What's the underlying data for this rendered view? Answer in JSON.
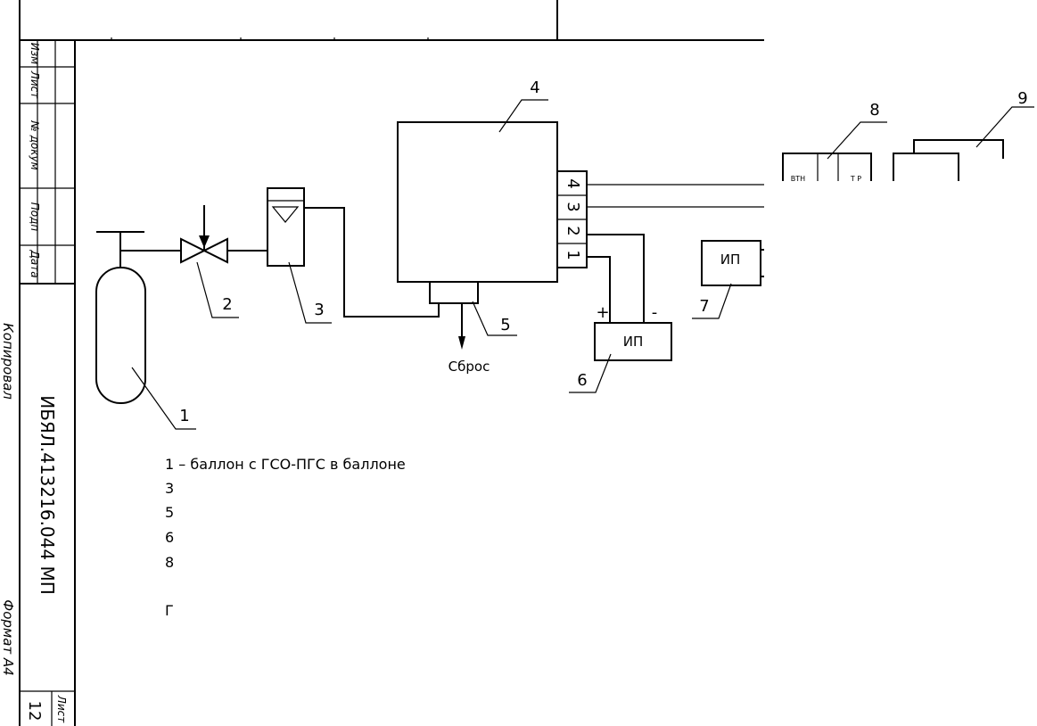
{
  "stamp": {
    "fields": [
      "Изм",
      "Лист",
      "№ докум",
      "Подп",
      "Дата"
    ],
    "document_code": "ИБЯЛ.413216.044 МП",
    "sheet_label": "Лист",
    "sheet_number": "12",
    "copied_label": "Копировал",
    "format_label": "Формат А4"
  },
  "diagram": {
    "callouts": [
      "1",
      "2",
      "3",
      "4",
      "5",
      "6",
      "7",
      "8",
      "9"
    ],
    "terminals": [
      "4",
      "3",
      "2",
      "1"
    ],
    "plus": "+",
    "minus": "-",
    "power_supply_6": "ИП",
    "power_supply_7": "ИП",
    "outlet_label": "Сброс",
    "block8_left": "ВТН",
    "block8_right": "Т Р"
  },
  "legend": {
    "lines": [
      "1 – баллон с ГСО-ПГС в баллоне",
      "3",
      "5",
      "6",
      "8",
      "",
      "Г"
    ]
  }
}
